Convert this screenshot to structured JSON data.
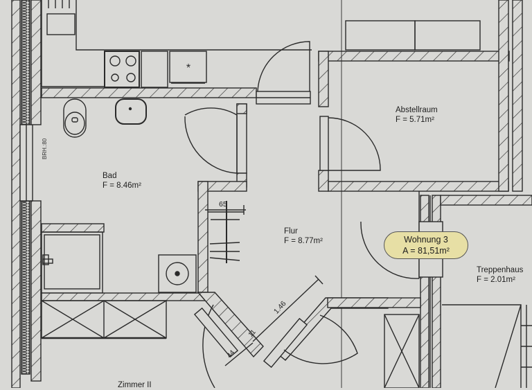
{
  "plan": {
    "background": "#d9d9d6",
    "line_color": "#2a2a2a",
    "badge_color": "#e7dfa5"
  },
  "apartment": {
    "name": "Wohnung 3",
    "area": "A = 81,51m²"
  },
  "rooms": {
    "bad": {
      "name": "Bad",
      "area": "F = 8.46m²"
    },
    "flur": {
      "name": "Flur",
      "area": "F = 8.77m²"
    },
    "abstellraum": {
      "name": "Abstellraum",
      "area": "F = 5.71m²"
    },
    "treppenhaus": {
      "name": "Treppenhaus",
      "area": "F = 2.01m²"
    },
    "zimmer": {
      "name": "Zimmer II"
    }
  },
  "annotations": {
    "window_height": "BRH.:80",
    "dim_65": "65",
    "dim_146": "1.46",
    "dim_11": "11",
    "dim_44": "44"
  }
}
